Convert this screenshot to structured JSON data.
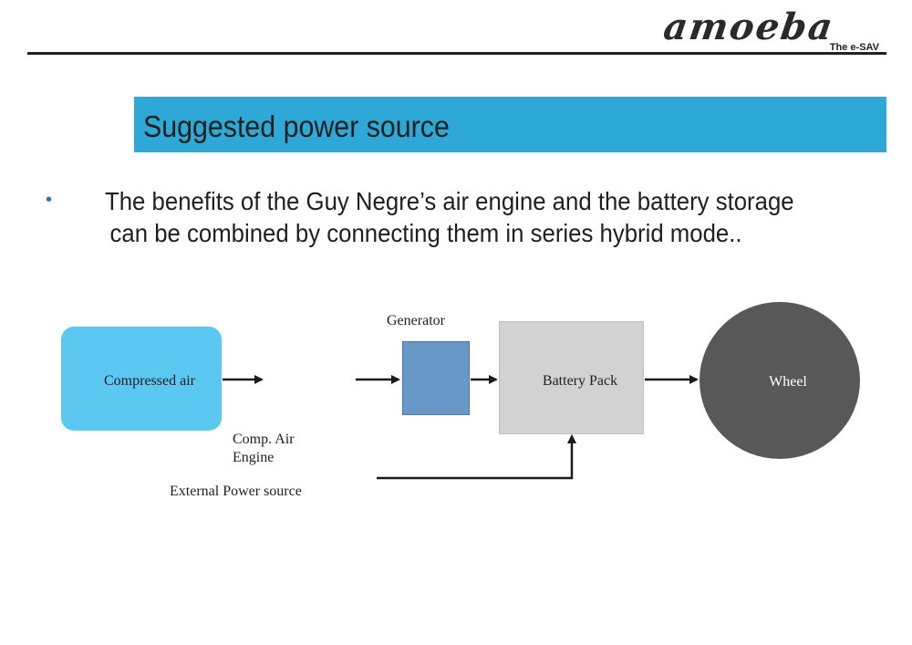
{
  "logo": {
    "name": "amoeba",
    "tagline": "The e-SAV"
  },
  "slide": {
    "title": "Suggested power source",
    "bullet_lines": [
      "The benefits of the Guy Negre’s air engine and the battery storage",
      "can be combined by connecting them in series hybrid mode.."
    ]
  },
  "diagram": {
    "compressed_air": "Compressed air",
    "comp_air_engine_line1": "Comp. Air",
    "comp_air_engine_line2": "Engine",
    "generator": "Generator",
    "battery_pack": "Battery Pack",
    "wheel": "Wheel",
    "external_power": "External Power source"
  },
  "colors": {
    "title_bar": "#2ea8d6",
    "compressed_air_box": "#5bc8f2",
    "generator_box": "#6798c8",
    "battery_box": "#d2d2d2",
    "wheel": "#585858",
    "bullet": "#2e74b5"
  }
}
